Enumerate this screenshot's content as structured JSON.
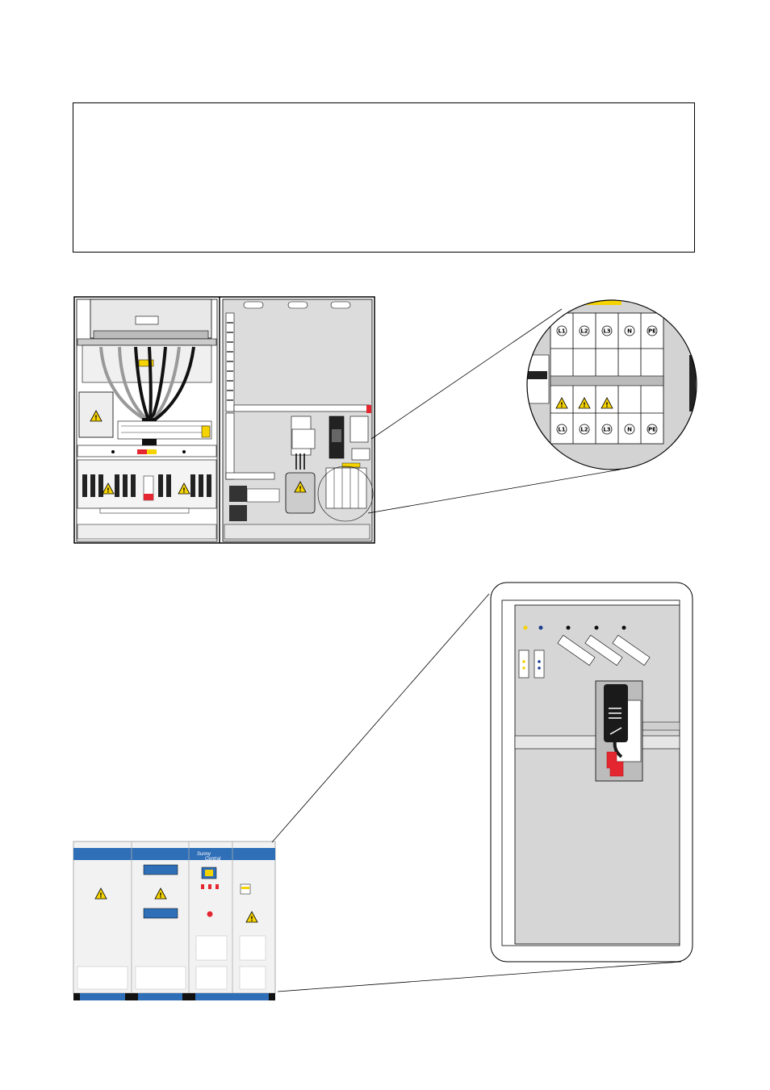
{
  "text_box": {
    "content": ""
  },
  "terminal_labels": {
    "top": [
      "L1",
      "L2",
      "L3",
      "N",
      "PE"
    ],
    "bottom": [
      "L1",
      "L2",
      "L3",
      "N",
      "PE"
    ]
  },
  "brand": {
    "line1": "Sunny",
    "line2": "Central"
  },
  "colors": {
    "cabinet_blue": "#2f6fb8",
    "warning_yellow": "#f5d300",
    "handle_red": "#e3262f",
    "panel_gray": "#d6d6d6",
    "line": "#000000"
  }
}
